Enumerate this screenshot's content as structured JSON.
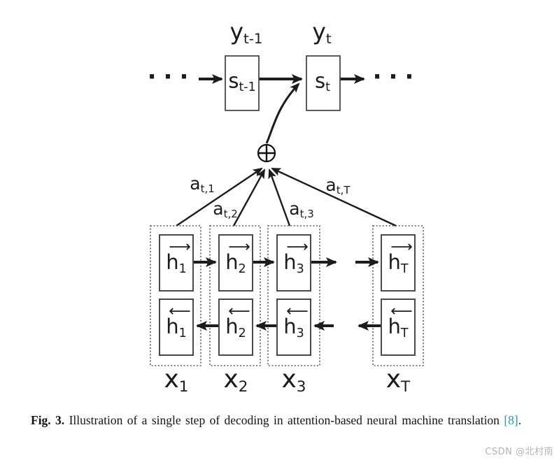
{
  "colors": {
    "ink": "#1c1c1c",
    "citation": "#2499b8",
    "watermark": "#b3b3b3"
  },
  "decoder": {
    "y_prev": {
      "main": "y",
      "sub": "t-1"
    },
    "y_curr": {
      "main": "y",
      "sub": "t"
    },
    "s_prev": {
      "main": "s",
      "sub": "t-1"
    },
    "s_curr": {
      "main": "s",
      "sub": "t"
    },
    "dots_left": "···",
    "dots_right": "···"
  },
  "attention": {
    "weights": [
      {
        "main": "a",
        "sub": "t,1"
      },
      {
        "main": "a",
        "sub": "t,2"
      },
      {
        "main": "a",
        "sub": "t,3"
      },
      {
        "main": "a",
        "sub": "t,T"
      }
    ]
  },
  "encoder": {
    "forward": [
      {
        "arrow": "⟶",
        "main": "h",
        "sub": "1"
      },
      {
        "arrow": "⟶",
        "main": "h",
        "sub": "2"
      },
      {
        "arrow": "⟶",
        "main": "h",
        "sub": "3"
      },
      {
        "arrow": "⟶",
        "main": "h",
        "sub": "T"
      }
    ],
    "backward": [
      {
        "arrow": "⟵",
        "main": "h",
        "sub": "1"
      },
      {
        "arrow": "⟵",
        "main": "h",
        "sub": "2"
      },
      {
        "arrow": "⟵",
        "main": "h",
        "sub": "3"
      },
      {
        "arrow": "⟵",
        "main": "h",
        "sub": "T"
      }
    ],
    "inputs": [
      {
        "main": "x",
        "sub": "1"
      },
      {
        "main": "x",
        "sub": "2"
      },
      {
        "main": "x",
        "sub": "3"
      },
      {
        "main": "x",
        "sub": "T"
      }
    ]
  },
  "caption": {
    "label": "Fig. 3.",
    "body": "Illustration of a single step of decoding in attention-based neural machine translation",
    "citation": "[8]",
    "after_citation": "."
  },
  "watermark": "CSDN @北村南"
}
